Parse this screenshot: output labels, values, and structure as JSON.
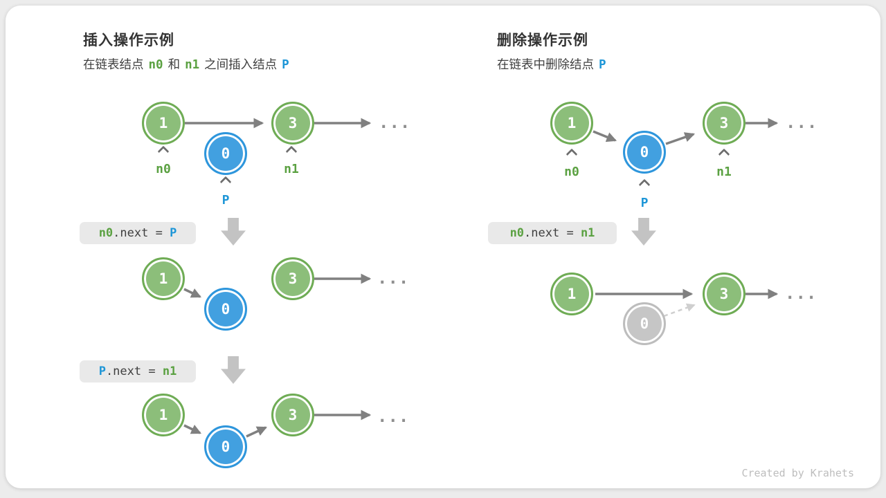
{
  "colors": {
    "node-green": "#8CBE7A",
    "node-green-border": "#6FAC55",
    "node-blue": "#42A0E0",
    "node-blue-border": "#2E96DC",
    "node-gray": "#C6C6C6",
    "node-gray-border": "#BDBDBD",
    "text-green": "#5BA142",
    "text-blue": "#1E96D7",
    "arrow": "#808080",
    "arrow-light": "#CFCFCF",
    "block-arrow": "#C3C3C3",
    "codebox-bg": "#E9E9E9",
    "code-text": "#3F3F3F",
    "title-text": "#333333",
    "body-text": "#404040",
    "dots": "#8F8F8F",
    "caret": "#6E6E6E",
    "credit": "#BDBDBD",
    "page-bg": "#ECECEC",
    "card-bg": "#FFFFFF"
  },
  "insert": {
    "title": "插入操作示例",
    "subtitle": {
      "part1": "在链表结点",
      "n0": "n0",
      "part2": "和",
      "n1": "n1",
      "part3": "之间插入结点",
      "p": "P"
    },
    "diagram1": {
      "node1": "1",
      "node0": "0",
      "node3": "3",
      "label_n0": "n0",
      "label_n1": "n1",
      "label_p": "P",
      "ellipsis": "..."
    },
    "code1": {
      "lhs": "n0",
      "mid": ".next = ",
      "rhs": "P"
    },
    "diagram2": {
      "node1": "1",
      "node0": "0",
      "node3": "3",
      "ellipsis": "..."
    },
    "code2": {
      "lhs": "P",
      "mid": ".next = ",
      "rhs": "n1"
    },
    "diagram3": {
      "node1": "1",
      "node0": "0",
      "node3": "3",
      "ellipsis": "..."
    }
  },
  "delete": {
    "title": "删除操作示例",
    "subtitle": {
      "part1": "在链表中删除结点",
      "p": "P"
    },
    "diagram1": {
      "node1": "1",
      "node0": "0",
      "node3": "3",
      "label_n0": "n0",
      "label_n1": "n1",
      "label_p": "P",
      "ellipsis": "..."
    },
    "code1": {
      "lhs": "n0",
      "mid": ".next = ",
      "rhs": "n1"
    },
    "diagram2": {
      "node1": "1",
      "node0": "0",
      "node3": "3",
      "ellipsis": "..."
    }
  },
  "credit": "Created by Krahets"
}
